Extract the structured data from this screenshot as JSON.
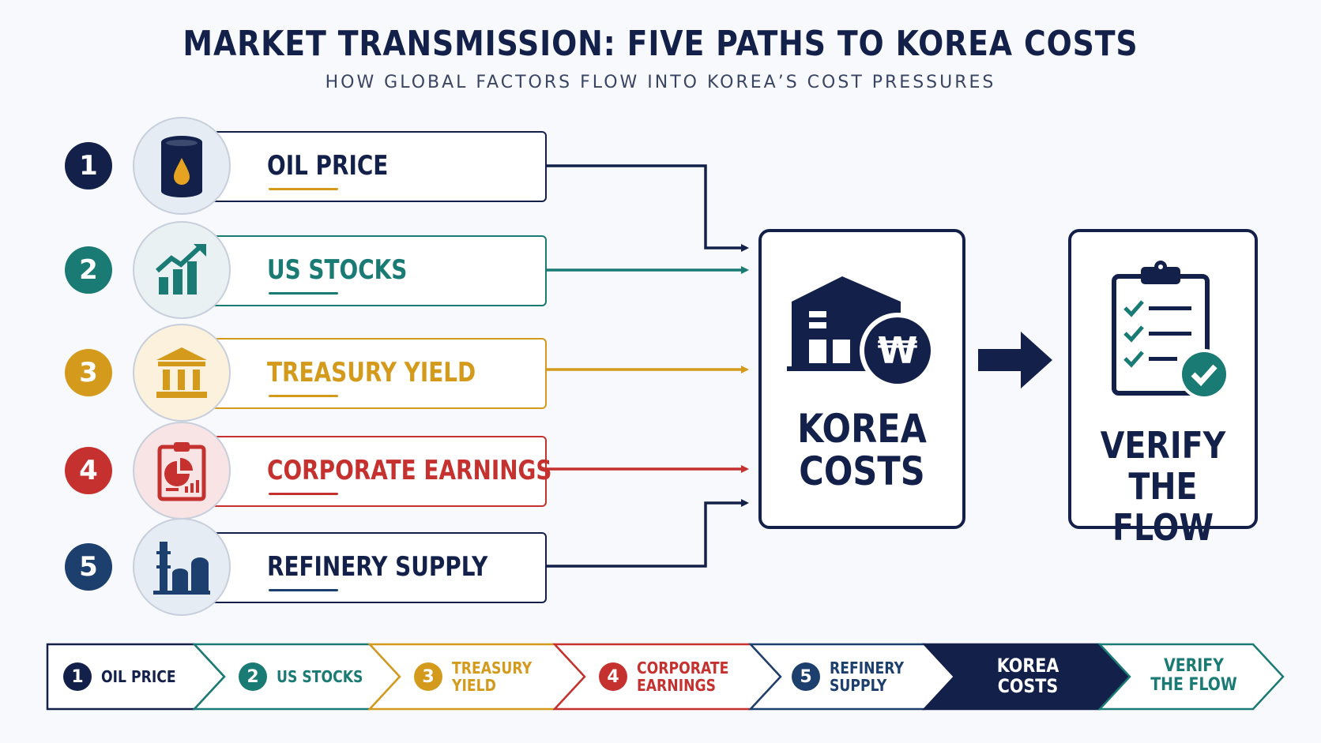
{
  "header": {
    "title": "MARKET TRANSMISSION: FIVE PATHS TO KOREA COSTS",
    "subtitle": "HOW GLOBAL FACTORS FLOW INTO KOREA’S COST PRESSURES"
  },
  "colors": {
    "navy": "#13204a",
    "teal": "#1a7a74",
    "gold": "#d39a1c",
    "red": "#c5312f",
    "blue": "#1d3f6e"
  },
  "factors": [
    {
      "number": "1",
      "label": "OIL PRICE",
      "color": "#13204a",
      "icon": "oil-barrel-icon"
    },
    {
      "number": "2",
      "label": "US STOCKS",
      "color": "#1a7a74",
      "icon": "stock-chart-icon"
    },
    {
      "number": "3",
      "label": "TREASURY YIELD",
      "color": "#d39a1c",
      "icon": "bank-building-icon"
    },
    {
      "number": "4",
      "label": "CORPORATE EARNINGS",
      "color": "#c5312f",
      "icon": "earnings-report-icon"
    },
    {
      "number": "5",
      "label": "REFINERY SUPPLY",
      "color": "#1d3f6e",
      "icon": "refinery-icon"
    }
  ],
  "korea": {
    "line1": "KOREA",
    "line2": "COSTS",
    "icon": "factory-won-icon",
    "won_symbol": "₩"
  },
  "verify": {
    "line1": "VERIFY",
    "line2": "THE FLOW",
    "icon": "checklist-clipboard-icon"
  },
  "strip": {
    "items": [
      {
        "number": "1",
        "line1": "OIL PRICE",
        "line2": "",
        "color": "#13204a"
      },
      {
        "number": "2",
        "line1": "US STOCKS",
        "line2": "",
        "color": "#1a7a74"
      },
      {
        "number": "3",
        "line1": "TREASURY",
        "line2": "YIELD",
        "color": "#d39a1c"
      },
      {
        "number": "4",
        "line1": "CORPORATE",
        "line2": "EARNINGS",
        "color": "#c5312f"
      },
      {
        "number": "5",
        "line1": "REFINERY",
        "line2": "SUPPLY",
        "color": "#1d3f6e"
      }
    ],
    "korea": {
      "line1": "KOREA",
      "line2": "COSTS"
    },
    "verify": {
      "line1": "VERIFY",
      "line2": "THE FLOW"
    }
  }
}
